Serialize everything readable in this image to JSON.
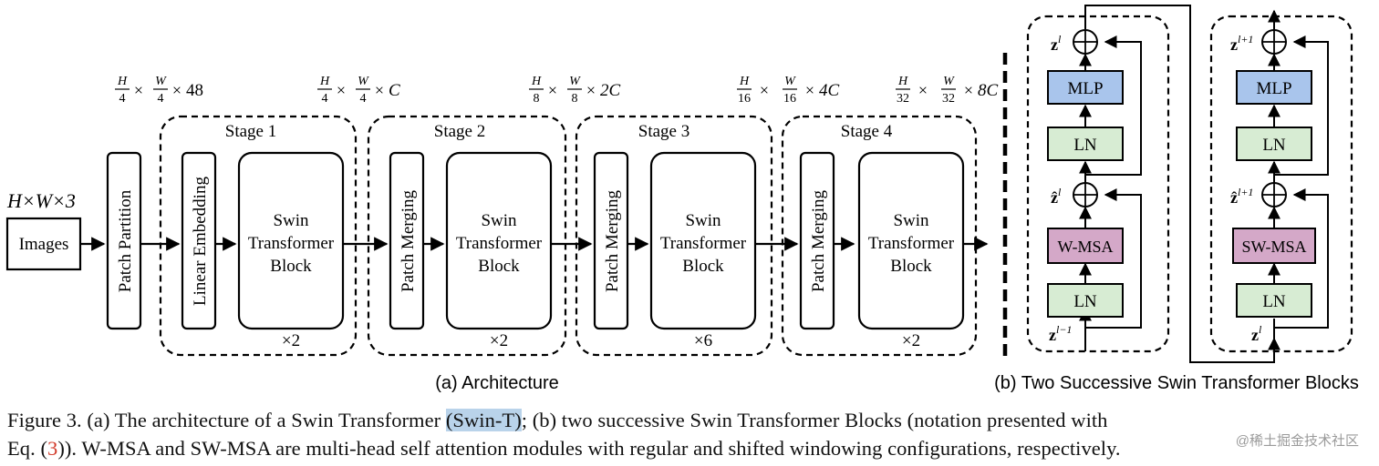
{
  "architecture": {
    "input_label": "H×W×3",
    "images_label": "Images",
    "patch_partition_label": "Patch Partition",
    "linear_embedding_label": "Linear Embedding",
    "patch_merging_label": "Patch Merging",
    "block_line1": "Swin",
    "block_line2": "Transformer",
    "block_line3": "Block",
    "stages": [
      {
        "label": "Stage 1",
        "repeat": "×2"
      },
      {
        "label": "Stage 2",
        "repeat": "×2"
      },
      {
        "label": "Stage 3",
        "repeat": "×6"
      },
      {
        "label": "Stage 4",
        "repeat": "×2"
      }
    ],
    "dims": [
      {
        "h": "H",
        "hd": "4",
        "w": "W",
        "wd": "4",
        "c": "48"
      },
      {
        "h": "H",
        "hd": "4",
        "w": "W",
        "wd": "4",
        "c": "C"
      },
      {
        "h": "H",
        "hd": "8",
        "w": "W",
        "wd": "8",
        "c": "2C"
      },
      {
        "h": "H",
        "hd": "16",
        "w": "W",
        "wd": "16",
        "c": "4C"
      },
      {
        "h": "H",
        "hd": "32",
        "w": "W",
        "wd": "32",
        "c": "8C"
      }
    ],
    "subcaption": "(a) Architecture"
  },
  "blocks": {
    "left": {
      "mlp": "MLP",
      "ln_top": "LN",
      "msa": "W-MSA",
      "ln_bottom": "LN",
      "z_out": "z",
      "z_out_sup": "l",
      "z_mid": "ẑ",
      "z_mid_sup": "l",
      "z_in": "z",
      "z_in_sup": "l−1"
    },
    "right": {
      "mlp": "MLP",
      "ln_top": "LN",
      "msa": "SW-MSA",
      "ln_bottom": "LN",
      "z_out": "z",
      "z_out_sup": "l+1",
      "z_mid": "ẑ",
      "z_mid_sup": "l+1",
      "z_in": "z",
      "z_in_sup": "l"
    },
    "subcaption": "(b) Two Successive Swin Transformer Blocks"
  },
  "caption": {
    "part1": "Figure 3. (a) The architecture of a Swin Transformer ",
    "swin_t": "(Swin-T)",
    "part2": "; (b) two successive Swin Transformer Blocks (notation presented with",
    "part3": "Eq. (",
    "eq_ref": "3",
    "part4": ")). W-MSA and SW-MSA are multi-head self attention modules with regular and shifted windowing configurations, respectively."
  },
  "watermark": "@稀土掘金技术社区",
  "colors": {
    "mlp": "#a9c5ec",
    "ln": "#d7ecd3",
    "msa": "#d4a8c8",
    "highlight": "#b9d3ea",
    "ref": "#d23a2a"
  }
}
